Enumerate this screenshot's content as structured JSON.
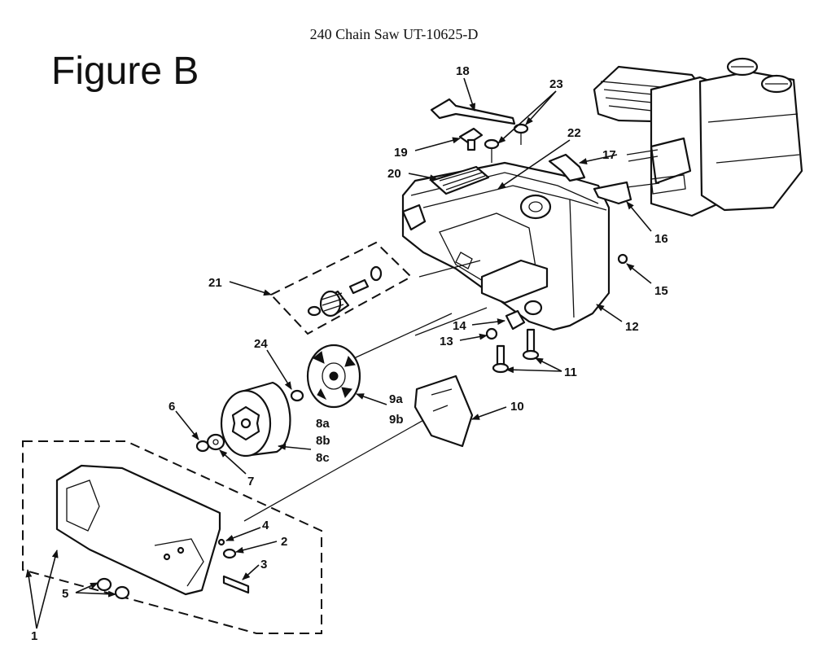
{
  "header": {
    "title": "240 Chain Saw UT-10625-D",
    "figure_label": "Figure B"
  },
  "callouts": {
    "c1": "1",
    "c2": "2",
    "c3": "3",
    "c4": "4",
    "c5": "5",
    "c6": "6",
    "c7": "7",
    "c8a": "8a",
    "c8b": "8b",
    "c8c": "8c",
    "c9a": "9a",
    "c9b": "9b",
    "c10": "10",
    "c11": "11",
    "c12": "12",
    "c13": "13",
    "c14": "14",
    "c15": "15",
    "c16": "16",
    "c17": "17",
    "c18": "18",
    "c19": "19",
    "c20": "20",
    "c21": "21",
    "c22": "22",
    "c23": "23",
    "c24": "24"
  }
}
